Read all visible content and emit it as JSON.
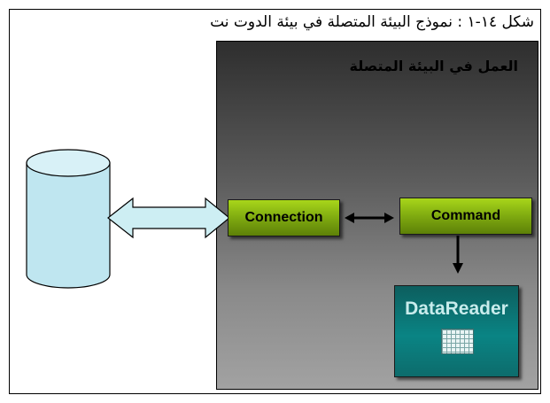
{
  "caption": "شكل ١٤-١ : نموذج البيئة المتصلة في بيئة الدوت نت",
  "panel_title": "العمل في البيئة المتصلة",
  "nodes": {
    "connection": "Connection",
    "command": "Command",
    "datareader": "DataReader"
  },
  "colors": {
    "panel": "#5c5c5c",
    "green_box": "#7faa10",
    "datareader": "#0a8484",
    "database": "#bfe6f0",
    "double_arrow": "#cdeef3"
  },
  "icons": [
    "database-icon",
    "grid-icon"
  ]
}
